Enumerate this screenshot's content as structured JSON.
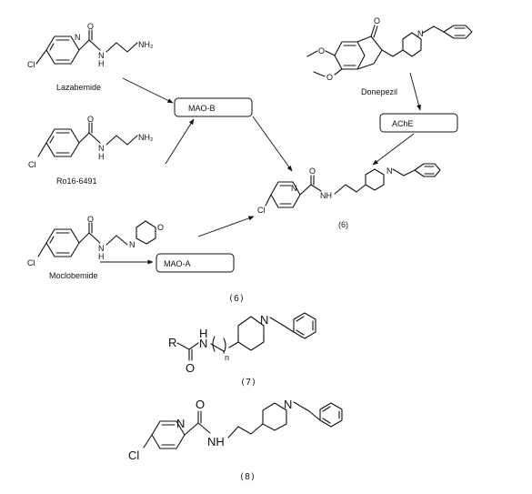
{
  "compounds": {
    "lazabemide": "Lazabemide",
    "ro16": "Ro16-6491",
    "moclobemide": "Moclobemide",
    "donepezil": "Donepezil",
    "hybrid_label": "(6)"
  },
  "targets": {
    "maob": "MAO-B",
    "maoa": "MAO-A",
    "ache": "AChE"
  },
  "captions": {
    "fig6": "(6)",
    "fig7": "(7)",
    "fig8": "(8)"
  },
  "atoms": {
    "cl": "Cl",
    "n": "N",
    "o": "O",
    "h": "H",
    "nh": "NH",
    "nh2": "NH₂",
    "r": "R",
    "sub_n": "n"
  }
}
